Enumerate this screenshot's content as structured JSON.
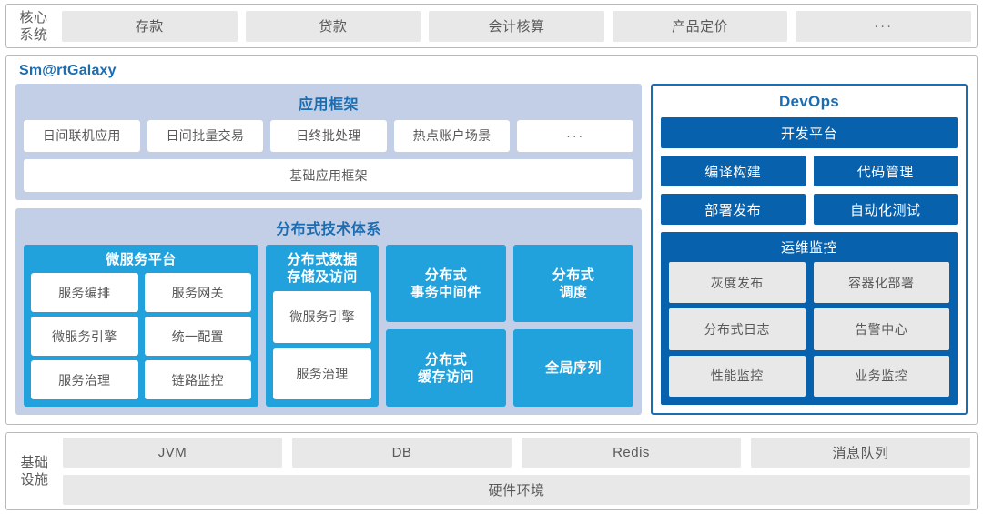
{
  "core_system": {
    "label": "核心\n系统",
    "label_line1": "核心",
    "label_line2": "系统",
    "items": [
      "存款",
      "贷款",
      "会计核算",
      "产品定价",
      "···"
    ]
  },
  "galaxy": {
    "title": "Sm@rtGalaxy",
    "app_framework": {
      "title": "应用框架",
      "items": [
        "日间联机应用",
        "日间批量交易",
        "日终批处理",
        "热点账户场景",
        "···"
      ],
      "base": "基础应用框架"
    },
    "distributed": {
      "title": "分布式技术体系",
      "microservice_platform": {
        "title": "微服务平台",
        "items": [
          "服务编排",
          "服务网关",
          "微服务引擎",
          "统一配置",
          "服务治理",
          "链路监控"
        ]
      },
      "data_store": {
        "title_line1": "分布式数据",
        "title_line2": "存储及访问",
        "items": [
          "微服务引擎",
          "服务治理"
        ]
      },
      "blocks": [
        {
          "line1": "分布式",
          "line2": "事务中间件"
        },
        {
          "line1": "分布式",
          "line2": "调度"
        },
        {
          "line1": "分布式",
          "line2": "缓存访问"
        },
        {
          "line1": "全局序列",
          "line2": ""
        }
      ]
    },
    "devops": {
      "title": "DevOps",
      "platform": "开发平台",
      "rows": [
        [
          "编译构建",
          "代码管理"
        ],
        [
          "部署发布",
          "自动化测试"
        ]
      ],
      "ops": {
        "title": "运维监控",
        "rows": [
          [
            "灰度发布",
            "容器化部署"
          ],
          [
            "分布式日志",
            "告警中心"
          ],
          [
            "性能监控",
            "业务监控"
          ]
        ]
      }
    }
  },
  "infrastructure": {
    "label_line1": "基础",
    "label_line2": "设施",
    "items": [
      "JVM",
      "DB",
      "Redis",
      "消息队列"
    ],
    "hardware": "硬件环境"
  },
  "colors": {
    "accent_blue": "#1b6cb0",
    "deep_blue": "#0761ac",
    "cyan": "#22a2dc",
    "lavender": "#c3cfe6",
    "gray_chip": "#e8e8e8",
    "text_gray": "#595959"
  }
}
